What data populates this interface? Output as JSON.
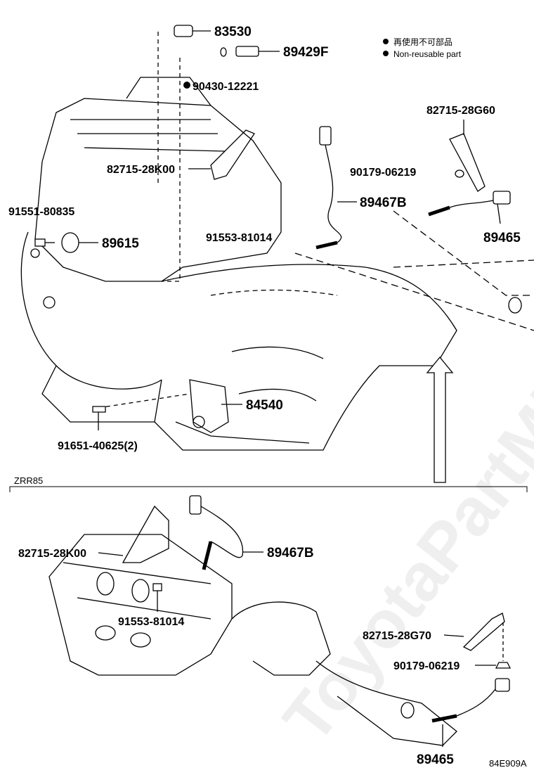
{
  "legend": {
    "reusable_jp": "再使用不可部品",
    "reusable_en": "Non-reusable part"
  },
  "watermark": "ToyotaPartMine.ru",
  "section_label": "ZRR85",
  "diagram_code": "84E909A",
  "parts": {
    "p83530": "83530",
    "p89429f": "89429F",
    "p90430": "90430-12221",
    "p82715_28k00_top": "82715-28K00",
    "p91551": "91551-80835",
    "p89615": "89615",
    "p91553_top": "91553-81014",
    "p82715_28g60": "82715-28G60",
    "p90179_top": "90179-06219",
    "p89467b_top": "89467B",
    "p89465_top": "89465",
    "p84540": "84540",
    "p91651": "91651-40625(2)",
    "p82715_28k00_bot": "82715-28K00",
    "p89467b_bot": "89467B",
    "p91553_bot": "91553-81014",
    "p82715_28g70": "82715-28G70",
    "p90179_bot": "90179-06219",
    "p89465_bot": "89465"
  }
}
